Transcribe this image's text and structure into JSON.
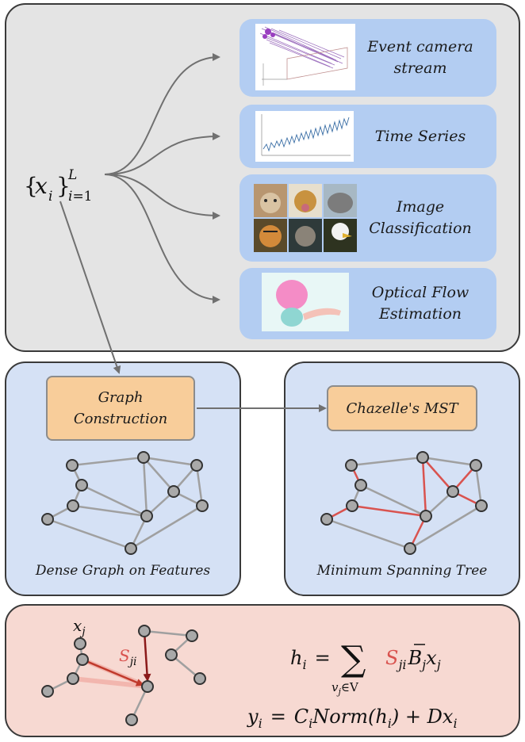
{
  "input_symbol": "{x_i}_{i=1}^L",
  "tasks": [
    {
      "label": "Event camera\nstream",
      "icon": "event-camera-thumbnail"
    },
    {
      "label": "Time Series",
      "icon": "time-series-plot-thumbnail"
    },
    {
      "label": "Image\nClassification",
      "icon": "animal-images-grid"
    },
    {
      "label": "Optical Flow\nEstimation",
      "icon": "optical-flow-thumbnail"
    }
  ],
  "graph_construction_label": "Graph\nConstruction",
  "mst_label": "Chazelle's MST",
  "dense_caption": "Dense Graph on Features",
  "mst_caption": "Minimum Spanning Tree",
  "formula": {
    "h_lhs": "h",
    "h_sub": "i",
    "eq": "=",
    "sum_symbol": "∑",
    "sum_sub": "v",
    "sum_sub_j": "j",
    "sum_sub_rest": "∈V",
    "S": "S",
    "S_sub": "ji",
    "B": "B",
    "B_sub": "j",
    "x": "x",
    "x_sub": "j",
    "y_line": "y",
    "y_sub": "i",
    "C": "C",
    "C_sub": "i",
    "norm": "Norm(h",
    "norm_sub": "i",
    "norm_close": ") + Dx",
    "final_sub": "i"
  },
  "bottom_labels": {
    "xj": "x",
    "xj_sub": "j",
    "S": "S",
    "S_sub": "ji"
  },
  "colors": {
    "accent_red": "#d9534f",
    "panel_grey": "#e4e4e4",
    "panel_blue": "#d5e1f5",
    "panel_pink": "#f7d9d2",
    "orange": "#f8cd9a"
  }
}
